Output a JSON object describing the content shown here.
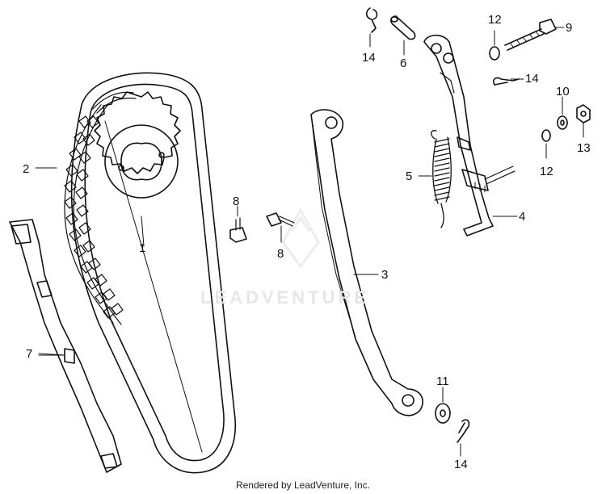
{
  "diagram": {
    "watermark": "LEADVENTURE",
    "footer": "Rendered by LeadVenture, Inc.",
    "callouts": {
      "c1": "1",
      "c2": "2",
      "c3": "3",
      "c4": "4",
      "c5": "5",
      "c6": "6",
      "c7": "7",
      "c8a": "8",
      "c8b": "8",
      "c9": "9",
      "c10": "10",
      "c11": "11",
      "c12a": "12",
      "c12b": "12",
      "c13": "13",
      "c14a": "14",
      "c14b": "14",
      "c14c": "14"
    }
  }
}
